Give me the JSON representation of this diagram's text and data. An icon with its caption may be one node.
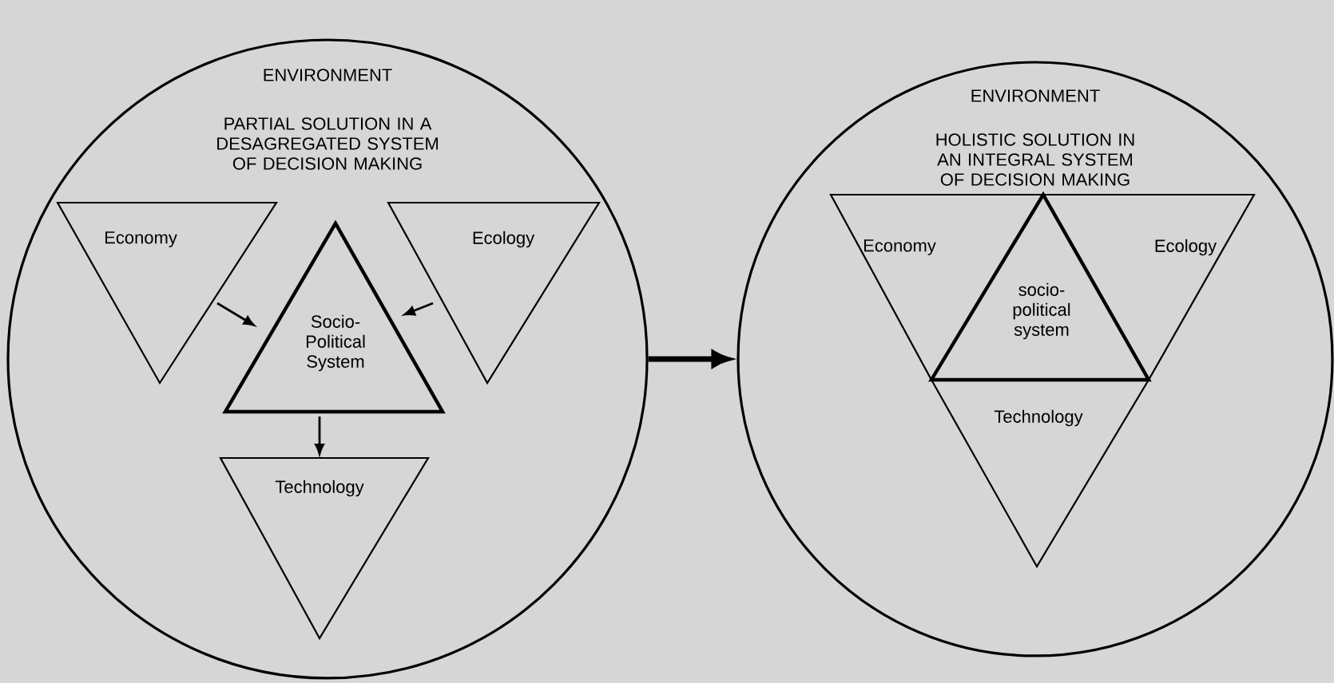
{
  "diagram": {
    "nodes": [
      {
        "text": [
          "ENVIRONMENT",
          "PARTIAL SOLUTION IN A DESAGREGATED SYSTEM OF DECISION MAKING"
        ]
      },
      {
        "text": [
          "Economy"
        ],
        "in": 0
      },
      {
        "text": [
          "Socio-Political System"
        ],
        "in": 0
      },
      {
        "text": [
          "Ecology"
        ],
        "in": 0
      },
      {
        "text": [
          "Technology"
        ],
        "in": 0
      },
      {
        "text": [
          "ENVIRONMENT",
          "HOLISTIC SOLUTION IN AN INTEGRAL SYSTEM OF DECISION MAKING"
        ]
      },
      {
        "text": [
          "Economy"
        ],
        "in": 5
      },
      {
        "text": [
          "socio-political system"
        ],
        "in": 5
      },
      {
        "text": [
          "Ecology"
        ],
        "in": 5
      },
      {
        "text": [
          "Technology"
        ],
        "in": 5
      }
    ],
    "edges": [
      {
        "from": 1,
        "to": 2,
        "arrow": "to"
      },
      {
        "from": 3,
        "to": 2,
        "arrow": "to"
      },
      {
        "from": 2,
        "to": 4,
        "arrow": "to"
      },
      {
        "from": 0,
        "to": 5,
        "arrow": "to",
        "style": "thick"
      }
    ]
  }
}
